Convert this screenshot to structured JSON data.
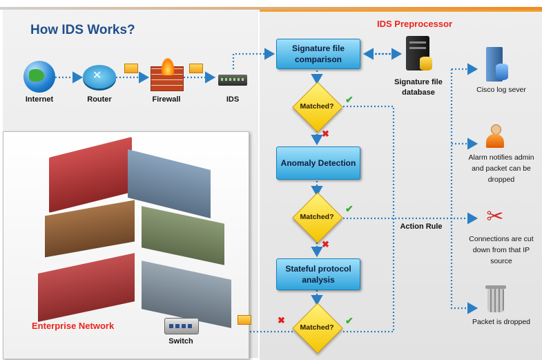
{
  "title": "How IDS Works?",
  "preprocessor_title": "IDS Preprocessor",
  "network_nodes": {
    "internet": "Internet",
    "router": "Router",
    "firewall": "Firewall",
    "ids": "IDS",
    "switch": "Switch"
  },
  "enterprise_label": "Enterprise Network",
  "process_boxes": {
    "signature": "Signature file comparison",
    "anomaly": "Anomaly Detection",
    "stateful": "Stateful protocol analysis"
  },
  "decision_label": "Matched?",
  "database_label": "Signature file database",
  "action_rule_label": "Action Rule",
  "actions": {
    "log": "Cisco log sever",
    "alarm": "Alarm notifies admin and packet can be dropped",
    "cut": "Connections are cut down from that IP source",
    "drop": "Packet is dropped"
  },
  "colors": {
    "title_blue": "#1f4e8c",
    "accent_red": "#e8251c",
    "box_blue": "#2fa3dc",
    "diamond_yellow": "#f5c400",
    "connector_blue": "#2a7fc4"
  }
}
